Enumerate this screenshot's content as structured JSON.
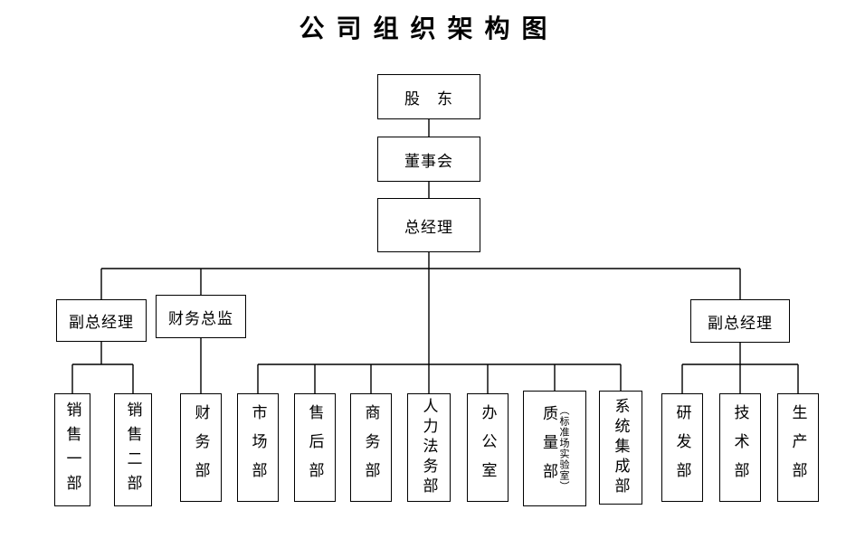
{
  "title": "公司组织架构图",
  "org": {
    "shareholders": "股　东",
    "board": "董事会",
    "general_manager": "总经理",
    "deputy_gm_left": "副总经理",
    "finance_director": "财务总监",
    "deputy_gm_right": "副总经理",
    "departments": [
      {
        "label": "销售一部"
      },
      {
        "label": "销售二部"
      },
      {
        "label": "财务部"
      },
      {
        "label": "市场部"
      },
      {
        "label": "售后部"
      },
      {
        "label": "商务部"
      },
      {
        "label": "人力法务部"
      },
      {
        "label": "办公室"
      },
      {
        "label": "质量部",
        "sublabel": "（标准场实验室）"
      },
      {
        "label": "系统集成部"
      },
      {
        "label": "研发部"
      },
      {
        "label": "技术部"
      },
      {
        "label": "生产部"
      }
    ]
  }
}
